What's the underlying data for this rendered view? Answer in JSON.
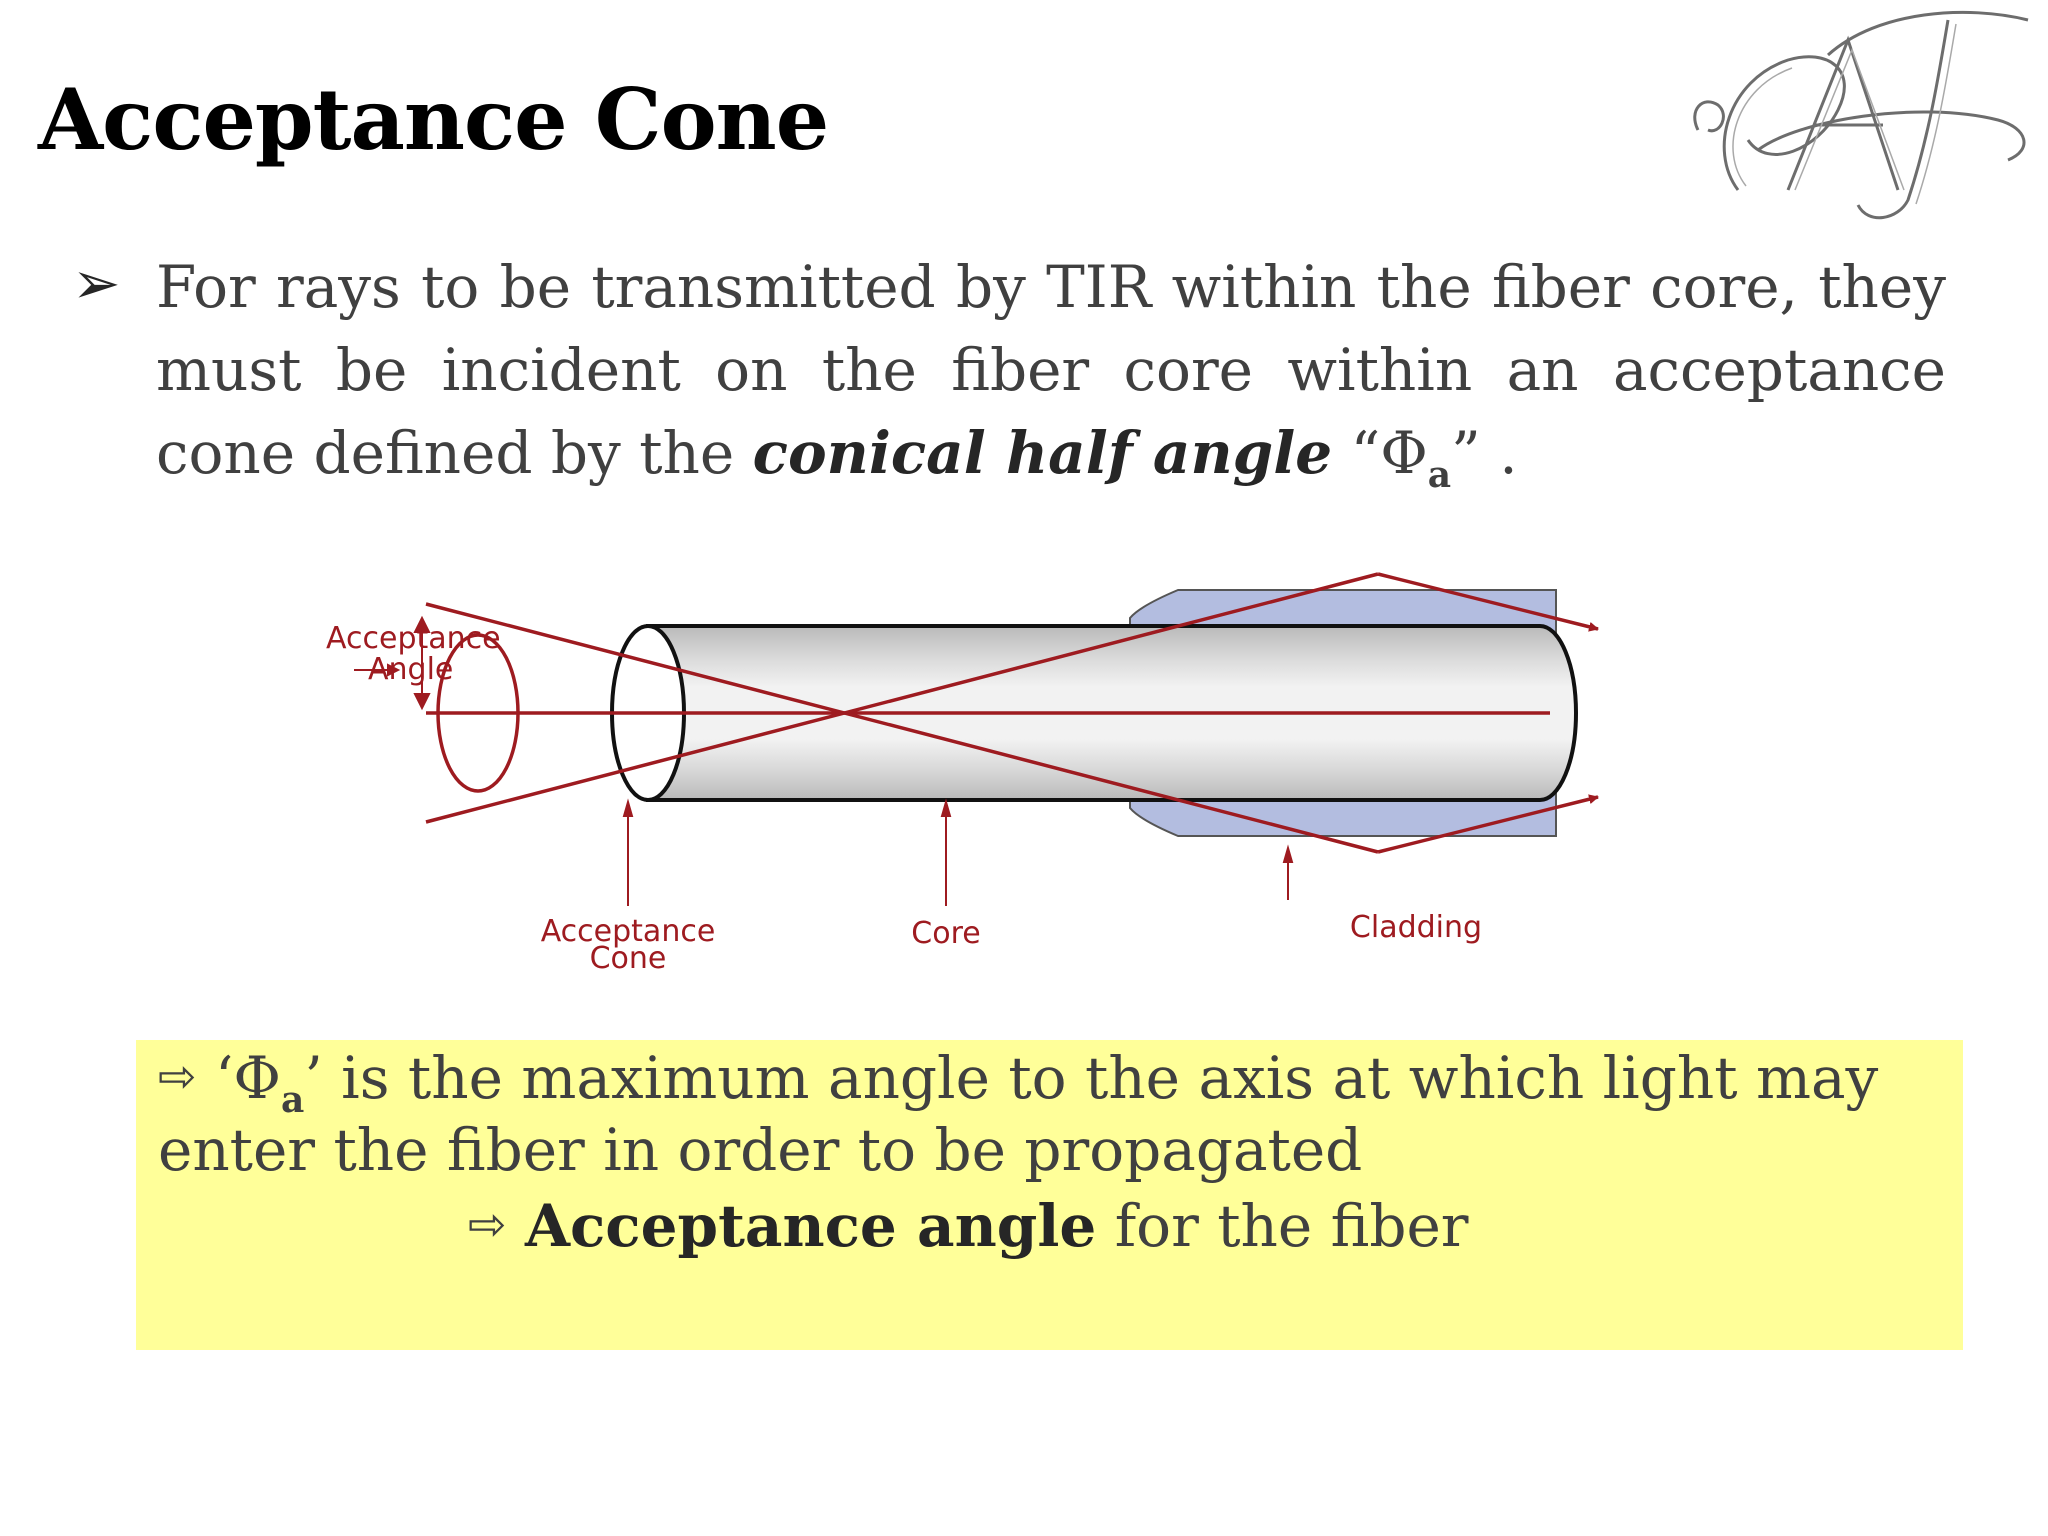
{
  "slide": {
    "title": "Acceptance Cone",
    "logo_text": "AT",
    "bullet": {
      "marker": "➢",
      "text_start": "For rays to be transmitted by TIR within the fiber core, they must be incident on the fiber core within an acceptance cone defined by the ",
      "emphasis": "conical half angle",
      "quote_open": " “Φ",
      "subscript": "a",
      "quote_close": "” ."
    },
    "diagram": {
      "labels": {
        "acceptance_angle_line1": "Acceptance",
        "acceptance_angle_line2": "Angle",
        "acceptance_cone_line1": "Acceptance",
        "acceptance_cone_line2": "Cone",
        "core": "Core",
        "cladding": "Cladding"
      },
      "colors": {
        "ray": "#9e1b20",
        "cladding": "#b3bde0",
        "core_light": "#f0f0f0",
        "core_shade": "#b9b9b9"
      }
    },
    "callout": {
      "arrow": "⇨",
      "line1_open": " ‘Φ",
      "line1_sub": "a",
      "line1_rest": "’ is the maximum angle to the axis at which light may",
      "line1b": "enter the fiber in order to be propagated",
      "line2_arrow": "⇨",
      "line2_bold": "Acceptance angle",
      "line2_rest": " for the fiber",
      "background": "#ffff99"
    }
  }
}
